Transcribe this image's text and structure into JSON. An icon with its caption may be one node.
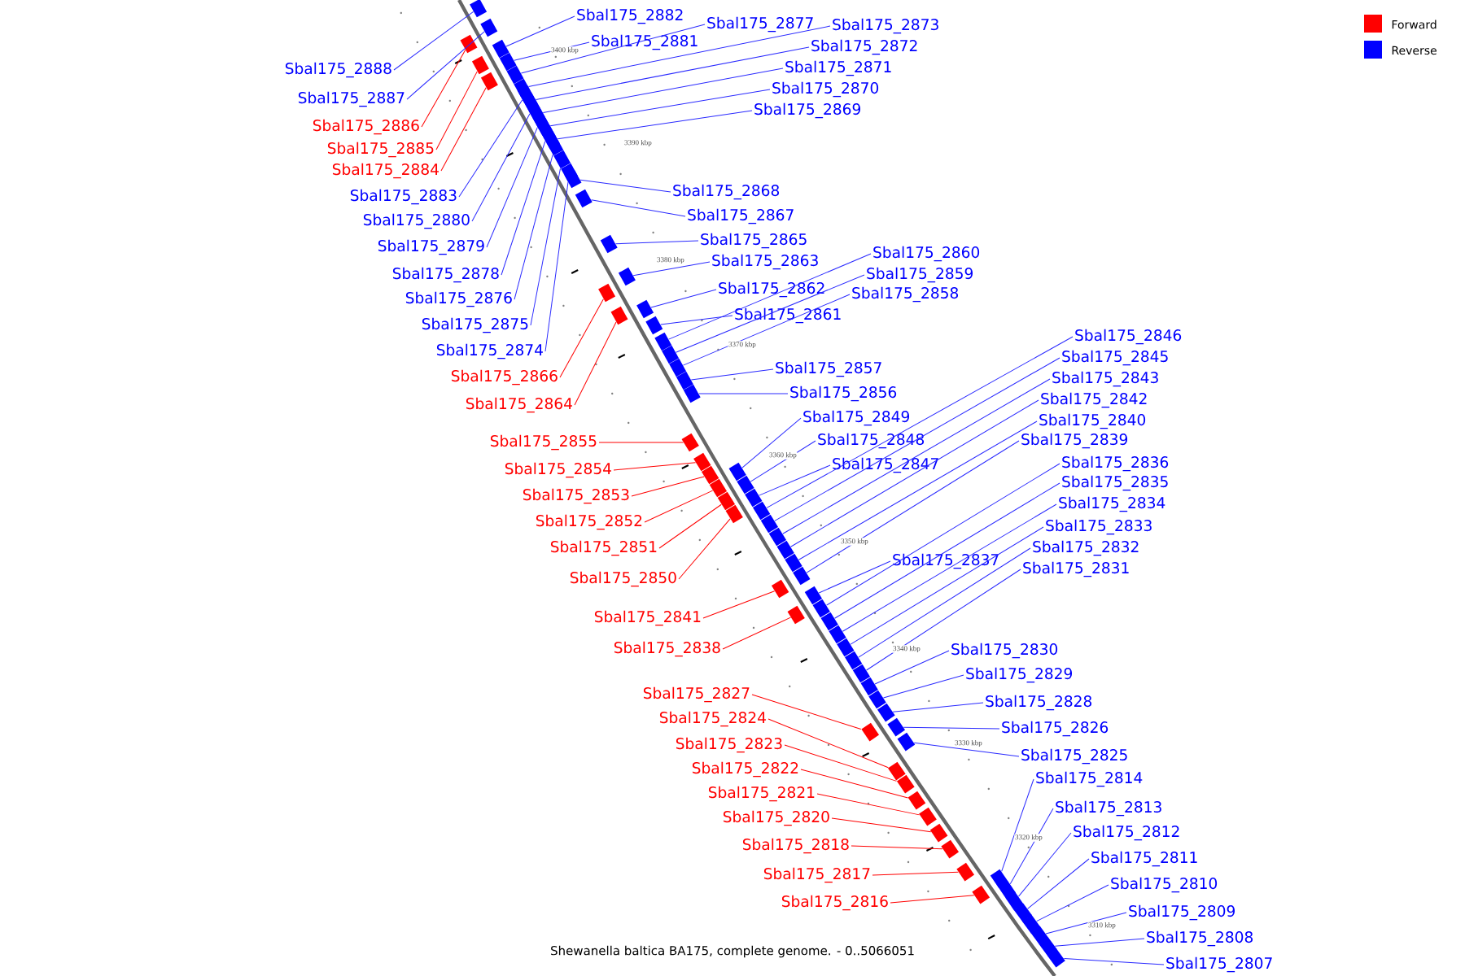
{
  "diagram": {
    "caption": "Shewanella baltica BA175, complete genome. - 0..5066051",
    "nodes": [
      {
        "text": [
          "Sbal175_2888"
        ]
      },
      {
        "text": [
          "Sbal175_2887"
        ]
      },
      {
        "text": [
          "Sbal175_2886"
        ]
      },
      {
        "text": [
          "Sbal175_2885"
        ]
      },
      {
        "text": [
          "Sbal175_2884"
        ]
      },
      {
        "text": [
          "Sbal175_2883"
        ]
      },
      {
        "text": [
          "Sbal175_2880"
        ]
      },
      {
        "text": [
          "Sbal175_2879"
        ]
      },
      {
        "text": [
          "Sbal175_2878"
        ]
      },
      {
        "text": [
          "Sbal175_2876"
        ]
      },
      {
        "text": [
          "Sbal175_2875"
        ]
      },
      {
        "text": [
          "Sbal175_2874"
        ]
      },
      {
        "text": [
          "Sbal175_2866"
        ]
      },
      {
        "text": [
          "Sbal175_2864"
        ]
      },
      {
        "text": [
          "Sbal175_2855"
        ]
      },
      {
        "text": [
          "Sbal175_2854"
        ]
      },
      {
        "text": [
          "Sbal175_2853"
        ]
      },
      {
        "text": [
          "Sbal175_2852"
        ]
      },
      {
        "text": [
          "Sbal175_2851"
        ]
      },
      {
        "text": [
          "Sbal175_2850"
        ]
      },
      {
        "text": [
          "Sbal175_2841"
        ]
      },
      {
        "text": [
          "Sbal175_2838"
        ]
      },
      {
        "text": [
          "Sbal175_2827"
        ]
      },
      {
        "text": [
          "Sbal175_2824"
        ]
      },
      {
        "text": [
          "Sbal175_2823"
        ]
      },
      {
        "text": [
          "Sbal175_2822"
        ]
      },
      {
        "text": [
          "Sbal175_2821"
        ]
      },
      {
        "text": [
          "Sbal175_2820"
        ]
      },
      {
        "text": [
          "Sbal175_2818"
        ]
      },
      {
        "text": [
          "Sbal175_2817"
        ]
      },
      {
        "text": [
          "Sbal175_2816"
        ]
      },
      {
        "text": [
          "Sbal175_2882"
        ]
      },
      {
        "text": [
          "Sbal175_2881"
        ]
      },
      {
        "text": [
          "Sbal175_2877"
        ]
      },
      {
        "text": [
          "Sbal175_2873"
        ]
      },
      {
        "text": [
          "Sbal175_2872"
        ]
      },
      {
        "text": [
          "Sbal175_2871"
        ]
      },
      {
        "text": [
          "Sbal175_2870"
        ]
      },
      {
        "text": [
          "Sbal175_2869"
        ]
      },
      {
        "text": [
          "Sbal175_2868"
        ]
      },
      {
        "text": [
          "Sbal175_2867"
        ]
      },
      {
        "text": [
          "Sbal175_2865"
        ]
      },
      {
        "text": [
          "Sbal175_2863"
        ]
      },
      {
        "text": [
          "Sbal175_2862"
        ]
      },
      {
        "text": [
          "Sbal175_2861"
        ]
      },
      {
        "text": [
          "Sbal175_2860"
        ]
      },
      {
        "text": [
          "Sbal175_2859"
        ]
      },
      {
        "text": [
          "Sbal175_2858"
        ]
      },
      {
        "text": [
          "Sbal175_2857"
        ]
      },
      {
        "text": [
          "Sbal175_2856"
        ]
      },
      {
        "text": [
          "Sbal175_2849"
        ]
      },
      {
        "text": [
          "Sbal175_2848"
        ]
      },
      {
        "text": [
          "Sbal175_2847"
        ]
      },
      {
        "text": [
          "Sbal175_2846"
        ]
      },
      {
        "text": [
          "Sbal175_2845"
        ]
      },
      {
        "text": [
          "Sbal175_2843"
        ]
      },
      {
        "text": [
          "Sbal175_2842"
        ]
      },
      {
        "text": [
          "Sbal175_2840"
        ]
      },
      {
        "text": [
          "Sbal175_2839"
        ]
      },
      {
        "text": [
          "Sbal175_2837"
        ]
      },
      {
        "text": [
          "Sbal175_2836"
        ]
      },
      {
        "text": [
          "Sbal175_2835"
        ]
      },
      {
        "text": [
          "Sbal175_2834"
        ]
      },
      {
        "text": [
          "Sbal175_2833"
        ]
      },
      {
        "text": [
          "Sbal175_2832"
        ]
      },
      {
        "text": [
          "Sbal175_2831"
        ]
      },
      {
        "text": [
          "Sbal175_2830"
        ]
      },
      {
        "text": [
          "Sbal175_2829"
        ]
      },
      {
        "text": [
          "Sbal175_2828"
        ]
      },
      {
        "text": [
          "Sbal175_2826"
        ]
      },
      {
        "text": [
          "Sbal175_2825"
        ]
      },
      {
        "text": [
          "Sbal175_2814"
        ]
      },
      {
        "text": [
          "Sbal175_2813"
        ]
      },
      {
        "text": [
          "Sbal175_2812"
        ]
      },
      {
        "text": [
          "Sbal175_2811"
        ]
      },
      {
        "text": [
          "Sbal175_2810"
        ]
      },
      {
        "text": [
          "Sbal175_2809"
        ]
      },
      {
        "text": [
          "Sbal175_2808"
        ]
      },
      {
        "text": [
          "Sbal175_2807"
        ]
      },
      {
        "text": [],
        "shape": "box"
      },
      {
        "text": [],
        "shape": "box"
      },
      {
        "text": [],
        "shape": "box"
      },
      {
        "text": [],
        "shape": "box"
      },
      {
        "text": [],
        "shape": "box"
      },
      {
        "text": [],
        "shape": "box"
      },
      {
        "text": [],
        "shape": "box"
      },
      {
        "text": [],
        "shape": "box"
      },
      {
        "text": [],
        "shape": "box"
      },
      {
        "text": [],
        "shape": "box"
      },
      {
        "text": [],
        "shape": "box"
      },
      {
        "text": [],
        "shape": "box"
      },
      {
        "text": [],
        "shape": "box"
      },
      {
        "text": [],
        "shape": "box"
      },
      {
        "text": [],
        "shape": "box"
      },
      {
        "text": [],
        "shape": "box"
      },
      {
        "text": [],
        "shape": "box"
      },
      {
        "text": [],
        "shape": "box"
      },
      {
        "text": [],
        "shape": "box"
      },
      {
        "text": [],
        "shape": "box"
      },
      {
        "text": [],
        "shape": "box"
      },
      {
        "text": [],
        "shape": "box"
      },
      {
        "text": [],
        "shape": "box"
      },
      {
        "text": [],
        "shape": "box"
      },
      {
        "text": [],
        "shape": "box"
      },
      {
        "text": [],
        "shape": "box"
      },
      {
        "text": [],
        "shape": "box"
      },
      {
        "text": [],
        "shape": "box"
      },
      {
        "text": [],
        "shape": "box"
      },
      {
        "text": [],
        "shape": "box"
      },
      {
        "text": [],
        "shape": "box"
      },
      {
        "text": [],
        "shape": "box"
      },
      {
        "text": [],
        "shape": "box"
      },
      {
        "text": [],
        "shape": "box"
      },
      {
        "text": [],
        "shape": "box"
      },
      {
        "text": [],
        "shape": "box"
      },
      {
        "text": [],
        "shape": "box"
      },
      {
        "text": [],
        "shape": "box"
      },
      {
        "text": [],
        "shape": "box"
      },
      {
        "text": [],
        "shape": "box"
      },
      {
        "text": [],
        "shape": "box"
      },
      {
        "text": [],
        "shape": "box"
      },
      {
        "text": [],
        "shape": "box"
      },
      {
        "text": [],
        "shape": "box"
      },
      {
        "text": [],
        "shape": "box"
      },
      {
        "text": [],
        "shape": "box"
      },
      {
        "text": [],
        "shape": "box"
      },
      {
        "text": [],
        "shape": "box"
      },
      {
        "text": [],
        "shape": "box"
      },
      {
        "text": [],
        "shape": "box"
      },
      {
        "text": [],
        "shape": "box"
      },
      {
        "text": [],
        "shape": "box"
      },
      {
        "text": [],
        "shape": "box"
      },
      {
        "text": [],
        "shape": "box"
      },
      {
        "text": [],
        "shape": "box"
      },
      {
        "text": [],
        "shape": "box"
      },
      {
        "text": [],
        "shape": "box"
      },
      {
        "text": [],
        "shape": "box"
      },
      {
        "text": [],
        "shape": "box"
      },
      {
        "text": [],
        "shape": "box"
      },
      {
        "text": [],
        "shape": "box"
      },
      {
        "text": [],
        "shape": "box"
      },
      {
        "text": [],
        "shape": "box"
      },
      {
        "text": [],
        "shape": "box"
      },
      {
        "text": [],
        "shape": "box"
      },
      {
        "text": [],
        "shape": "box"
      },
      {
        "text": [],
        "shape": "box"
      },
      {
        "text": [],
        "shape": "box"
      },
      {
        "text": [],
        "shape": "box"
      },
      {
        "text": [],
        "shape": "box"
      },
      {
        "text": [],
        "shape": "box"
      },
      {
        "text": [],
        "shape": "box"
      },
      {
        "text": [],
        "shape": "box"
      },
      {
        "text": [],
        "shape": "box"
      },
      {
        "text": [],
        "shape": "box"
      },
      {
        "text": [],
        "shape": "box"
      },
      {
        "text": [],
        "shape": "box"
      },
      {
        "text": [],
        "shape": "box"
      },
      {
        "text": [],
        "shape": "box"
      }
    ],
    "edges": [
      {
        "from": 0,
        "to": 79,
        "arrow": "none"
      },
      {
        "from": 1,
        "to": 80,
        "arrow": "none"
      },
      {
        "from": 2,
        "to": 81,
        "arrow": "none",
        "color": "#ff0000"
      },
      {
        "from": 3,
        "to": 82,
        "arrow": "none",
        "color": "#ff0000"
      },
      {
        "from": 4,
        "to": 83,
        "arrow": "none",
        "color": "#ff0000"
      },
      {
        "from": 5,
        "to": 84,
        "arrow": "none"
      },
      {
        "from": 6,
        "to": 85,
        "arrow": "none"
      },
      {
        "from": 7,
        "to": 86,
        "arrow": "none"
      },
      {
        "from": 8,
        "to": 87,
        "arrow": "none"
      },
      {
        "from": 9,
        "to": 88,
        "arrow": "none"
      },
      {
        "from": 10,
        "to": 89,
        "arrow": "none"
      },
      {
        "from": 11,
        "to": 90,
        "arrow": "none"
      },
      {
        "from": 12,
        "to": 91,
        "arrow": "none",
        "color": "#ff0000"
      },
      {
        "from": 13,
        "to": 92,
        "arrow": "none",
        "color": "#ff0000"
      },
      {
        "from": 14,
        "to": 93,
        "arrow": "none",
        "color": "#ff0000"
      },
      {
        "from": 15,
        "to": 94,
        "arrow": "none",
        "color": "#ff0000"
      },
      {
        "from": 16,
        "to": 95,
        "arrow": "none",
        "color": "#ff0000"
      },
      {
        "from": 17,
        "to": 96,
        "arrow": "none",
        "color": "#ff0000"
      },
      {
        "from": 18,
        "to": 97,
        "arrow": "none",
        "color": "#ff0000"
      },
      {
        "from": 19,
        "to": 98,
        "arrow": "none",
        "color": "#ff0000"
      },
      {
        "from": 20,
        "to": 99,
        "arrow": "none",
        "color": "#ff0000"
      },
      {
        "from": 21,
        "to": 100,
        "arrow": "none",
        "color": "#ff0000"
      },
      {
        "from": 22,
        "to": 101,
        "arrow": "none",
        "color": "#ff0000"
      },
      {
        "from": 23,
        "to": 102,
        "arrow": "none",
        "color": "#ff0000"
      },
      {
        "from": 24,
        "to": 103,
        "arrow": "none",
        "color": "#ff0000"
      },
      {
        "from": 25,
        "to": 104,
        "arrow": "none",
        "color": "#ff0000"
      },
      {
        "from": 26,
        "to": 105,
        "arrow": "none",
        "color": "#ff0000"
      },
      {
        "from": 27,
        "to": 106,
        "arrow": "none",
        "color": "#ff0000"
      },
      {
        "from": 28,
        "to": 107,
        "arrow": "none",
        "color": "#ff0000"
      },
      {
        "from": 29,
        "to": 108,
        "arrow": "none",
        "color": "#ff0000"
      },
      {
        "from": 30,
        "to": 109,
        "arrow": "none",
        "color": "#ff0000"
      },
      {
        "from": 31,
        "to": 110,
        "arrow": "none"
      },
      {
        "from": 32,
        "to": 111,
        "arrow": "none"
      },
      {
        "from": 33,
        "to": 112,
        "arrow": "none"
      },
      {
        "from": 34,
        "to": 113,
        "arrow": "none"
      },
      {
        "from": 35,
        "to": 114,
        "arrow": "none"
      },
      {
        "from": 36,
        "to": 115,
        "arrow": "none"
      },
      {
        "from": 37,
        "to": 116,
        "arrow": "none"
      },
      {
        "from": 38,
        "to": 117,
        "arrow": "none"
      },
      {
        "from": 39,
        "to": 118,
        "arrow": "none"
      },
      {
        "from": 40,
        "to": 119,
        "arrow": "none"
      },
      {
        "from": 41,
        "to": 120,
        "arrow": "none"
      },
      {
        "from": 42,
        "to": 121,
        "arrow": "none"
      },
      {
        "from": 43,
        "to": 122,
        "arrow": "none"
      },
      {
        "from": 44,
        "to": 123,
        "arrow": "none"
      },
      {
        "from": 45,
        "to": 124,
        "arrow": "none"
      },
      {
        "from": 46,
        "to": 125,
        "arrow": "none"
      },
      {
        "from": 47,
        "to": 126,
        "arrow": "none"
      },
      {
        "from": 48,
        "to": 127,
        "arrow": "none"
      },
      {
        "from": 49,
        "to": 128,
        "arrow": "none"
      },
      {
        "from": 50,
        "to": 129,
        "arrow": "none"
      },
      {
        "from": 51,
        "to": 130,
        "arrow": "none"
      },
      {
        "from": 52,
        "to": 131,
        "arrow": "none"
      },
      {
        "from": 53,
        "to": 132,
        "arrow": "none"
      },
      {
        "from": 54,
        "to": 133,
        "arrow": "none"
      },
      {
        "from": 55,
        "to": 134,
        "arrow": "none"
      },
      {
        "from": 56,
        "to": 135,
        "arrow": "none"
      },
      {
        "from": 57,
        "to": 136,
        "arrow": "none"
      },
      {
        "from": 58,
        "to": 137,
        "arrow": "none"
      },
      {
        "from": 59,
        "to": 138,
        "arrow": "none"
      },
      {
        "from": 60,
        "to": 139,
        "arrow": "none"
      },
      {
        "from": 61,
        "to": 140,
        "arrow": "none"
      },
      {
        "from": 62,
        "to": 141,
        "arrow": "none"
      },
      {
        "from": 63,
        "to": 142,
        "arrow": "none"
      },
      {
        "from": 64,
        "to": 143,
        "arrow": "none"
      },
      {
        "from": 65,
        "to": 144,
        "arrow": "none"
      },
      {
        "from": 66,
        "to": 145,
        "arrow": "none"
      },
      {
        "from": 67,
        "to": 146,
        "arrow": "none"
      },
      {
        "from": 68,
        "to": 147,
        "arrow": "none"
      },
      {
        "from": 69,
        "to": 148,
        "arrow": "none"
      },
      {
        "from": 70,
        "to": 149,
        "arrow": "none"
      },
      {
        "from": 71,
        "to": 150,
        "arrow": "none"
      },
      {
        "from": 72,
        "to": 151,
        "arrow": "none"
      },
      {
        "from": 73,
        "to": 152,
        "arrow": "none"
      },
      {
        "from": 74,
        "to": 153,
        "arrow": "none"
      },
      {
        "from": 75,
        "to": 154,
        "arrow": "none"
      },
      {
        "from": 76,
        "to": 155,
        "arrow": "none"
      },
      {
        "from": 77,
        "to": 156,
        "arrow": "none"
      },
      {
        "from": 78,
        "to": 157,
        "arrow": "none"
      }
    ],
    "labels": [
      "3400 kbp",
      "3390 kbp",
      "3380 kbp",
      "3370 kbp",
      "3360 kbp",
      "3350 kbp",
      "3340 kbp",
      "3330 kbp",
      "3320 kbp",
      "3310 kbp"
    ],
    "legend": [
      {
        "text": "Forward",
        "color": "#ff0000"
      },
      {
        "text": "Reverse",
        "color": "#0000ff"
      }
    ]
  }
}
